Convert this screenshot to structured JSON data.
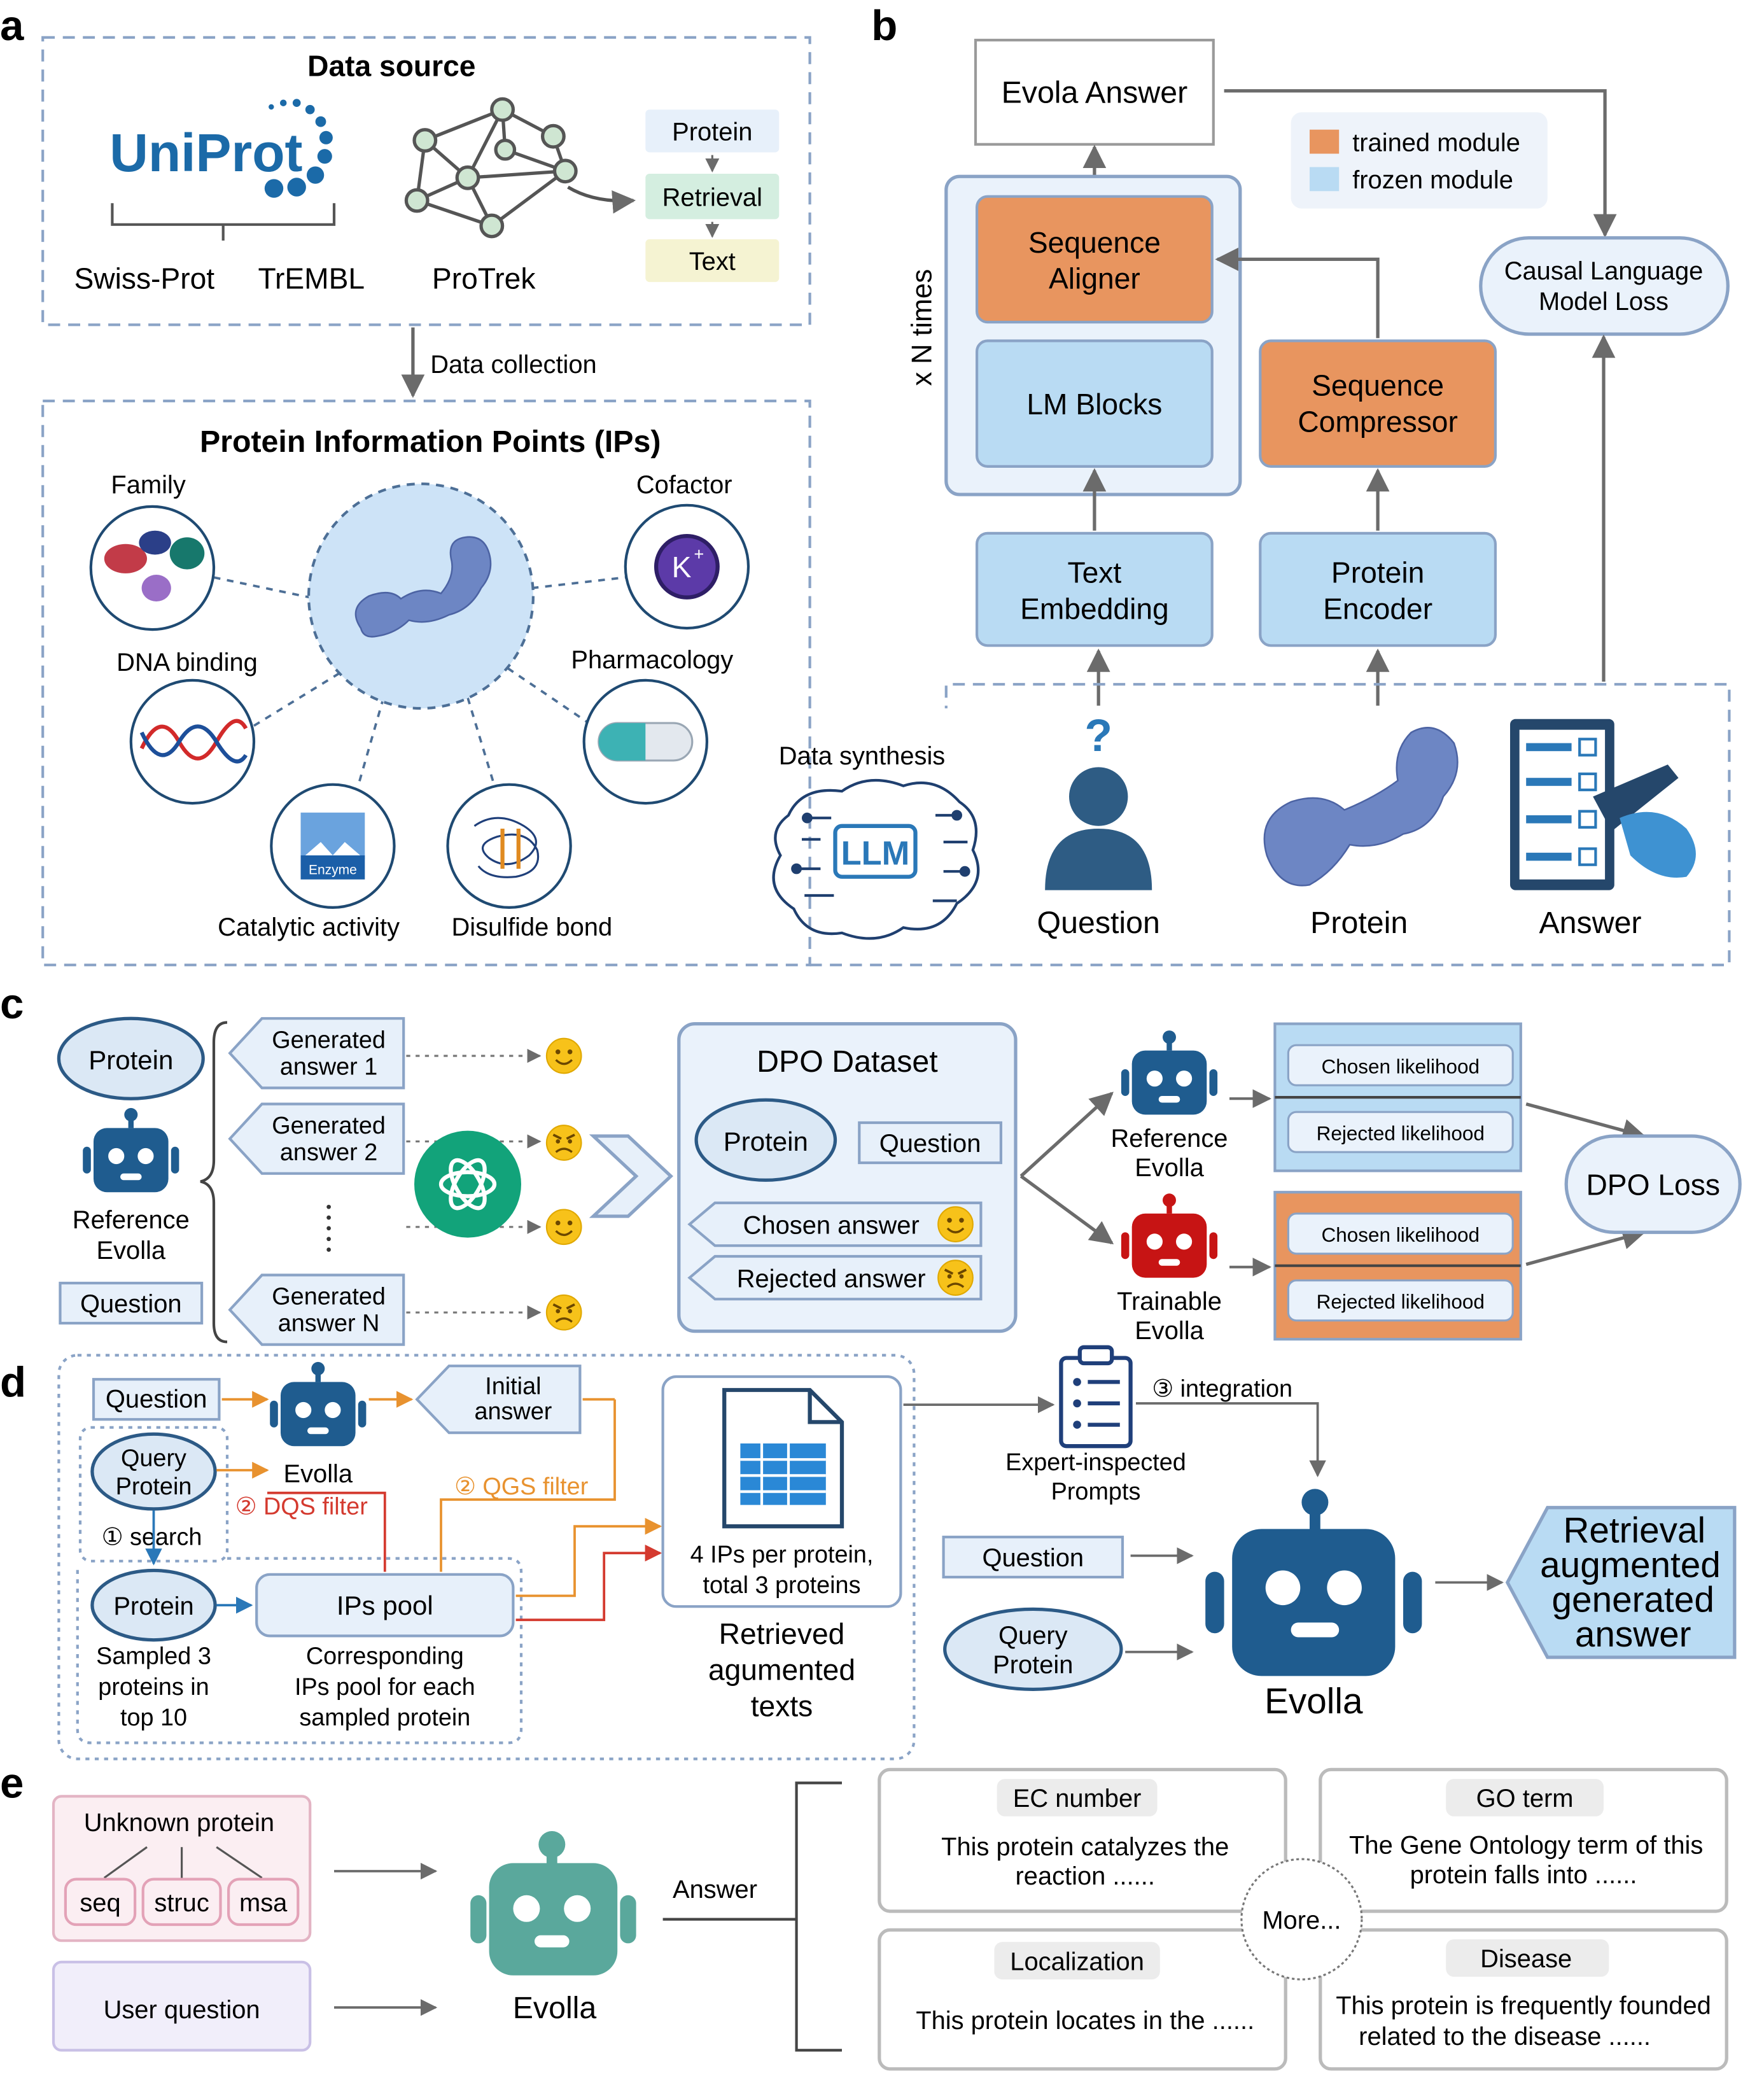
{
  "panel_labels": {
    "a": "a",
    "b": "b",
    "c": "c",
    "d": "d",
    "e": "e"
  },
  "panel_a": {
    "data_source_title": "Data source",
    "uniprot_logo": "UniProt",
    "swissprot": "Swiss-Prot",
    "trembl": "TrEMBL",
    "protrek": "ProTrek",
    "retrieval_chain": [
      "Protein",
      "Retrieval",
      "Text"
    ],
    "data_collection": "Data collection",
    "ips_title": "Protein Information Points (IPs)",
    "ip_labels": {
      "family": "Family",
      "cofactor": "Cofactor",
      "dna_binding": "DNA binding",
      "pharmacology": "Pharmacology",
      "catalytic": "Catalytic activity",
      "disulfide": "Disulfide bond"
    },
    "cofactor_symbol": "K",
    "cofactor_sup": "+",
    "enzyme_label": "Enzyme"
  },
  "panel_b": {
    "evola_answer": "Evola Answer",
    "legend": {
      "trained": "trained module",
      "frozen": "frozen module"
    },
    "legend_colors": {
      "trained": "#e8955f",
      "frozen": "#b9dbf3"
    },
    "loss": [
      "Causal Language",
      "Model Loss"
    ],
    "repeat": "x N times",
    "aligner": [
      "Sequence",
      "Aligner"
    ],
    "lm_blocks": "LM Blocks",
    "compressor": [
      "Sequence",
      "Compressor"
    ],
    "text_embedding": [
      "Text",
      "Embedding"
    ],
    "protein_encoder": [
      "Protein",
      "Encoder"
    ],
    "data_synthesis": "Data synthesis",
    "llm": "LLM",
    "inputs": [
      "Question",
      "Protein",
      "Answer"
    ]
  },
  "panel_c": {
    "protein": "Protein",
    "reference_evolla": [
      "Reference",
      "Evolla"
    ],
    "question": "Question",
    "generated": [
      [
        "Generated",
        "answer 1"
      ],
      [
        "Generated",
        "answer 2"
      ],
      [
        "Generated",
        "answer N"
      ]
    ],
    "dpo_dataset": "DPO Dataset",
    "dpo_protein": "Protein",
    "dpo_question": "Question",
    "chosen_answer": "Chosen answer",
    "rejected_answer": "Rejected answer",
    "reference_evolla_right": [
      "Reference",
      "Evolla"
    ],
    "trainable_evolla": [
      "Trainable",
      "Evolla"
    ],
    "chosen_likelihood": "Chosen likelihood",
    "rejected_likelihood": "Rejected likelihood",
    "dpo_loss": "DPO Loss"
  },
  "panel_d": {
    "question": "Question",
    "evolla": "Evolla",
    "initial_answer": [
      "Initial",
      "answer"
    ],
    "query_protein": [
      "Query",
      "Protein"
    ],
    "dqs_filter": "② DQS filter",
    "qgs_filter": "② QGS filter",
    "search": "① search",
    "protein": "Protein",
    "ips_pool": "IPs pool",
    "sampled": [
      "Sampled 3",
      "proteins in",
      "top 10"
    ],
    "corresponding": [
      "Corresponding",
      "IPs pool for each",
      "sampled protein"
    ],
    "ips_per_protein": [
      "4 IPs per protein,",
      "total 3 proteins"
    ],
    "retrieved": [
      "Retrieved",
      "agumented",
      "texts"
    ],
    "integration": "③ integration",
    "expert": [
      "Expert-inspected",
      "Prompts"
    ],
    "question_right": "Question",
    "query_protein_right": [
      "Query",
      "Protein"
    ],
    "evolla_big": "Evolla",
    "rag_answer": [
      "Retrieval",
      "augmented",
      "generated",
      "answer"
    ]
  },
  "panel_e": {
    "unknown_protein": "Unknown protein",
    "modalities": [
      "seq",
      "struc",
      "msa"
    ],
    "user_question": "User question",
    "evolla": "Evolla",
    "answer": "Answer",
    "more": "More...",
    "cards": [
      {
        "tag": "EC number",
        "text": [
          "This protein catalyzes the",
          "reaction ......"
        ]
      },
      {
        "tag": "GO term",
        "text": [
          "The Gene Ontology term of this",
          "protein falls into ......"
        ]
      },
      {
        "tag": "Localization",
        "text": [
          "This protein locates in the ......"
        ]
      },
      {
        "tag": "Disease",
        "text": [
          "This protein is frequently founded",
          "related to the disease ......"
        ]
      }
    ]
  },
  "colors": {
    "dark_blue": "#1f5c8f",
    "robot_red": "#c71414",
    "robot_teal": "#5aa89c",
    "orange": "#e8955f",
    "light_blue": "#b9dbf3",
    "filter_red": "#d43a2f",
    "filter_orange": "#e8922f"
  }
}
